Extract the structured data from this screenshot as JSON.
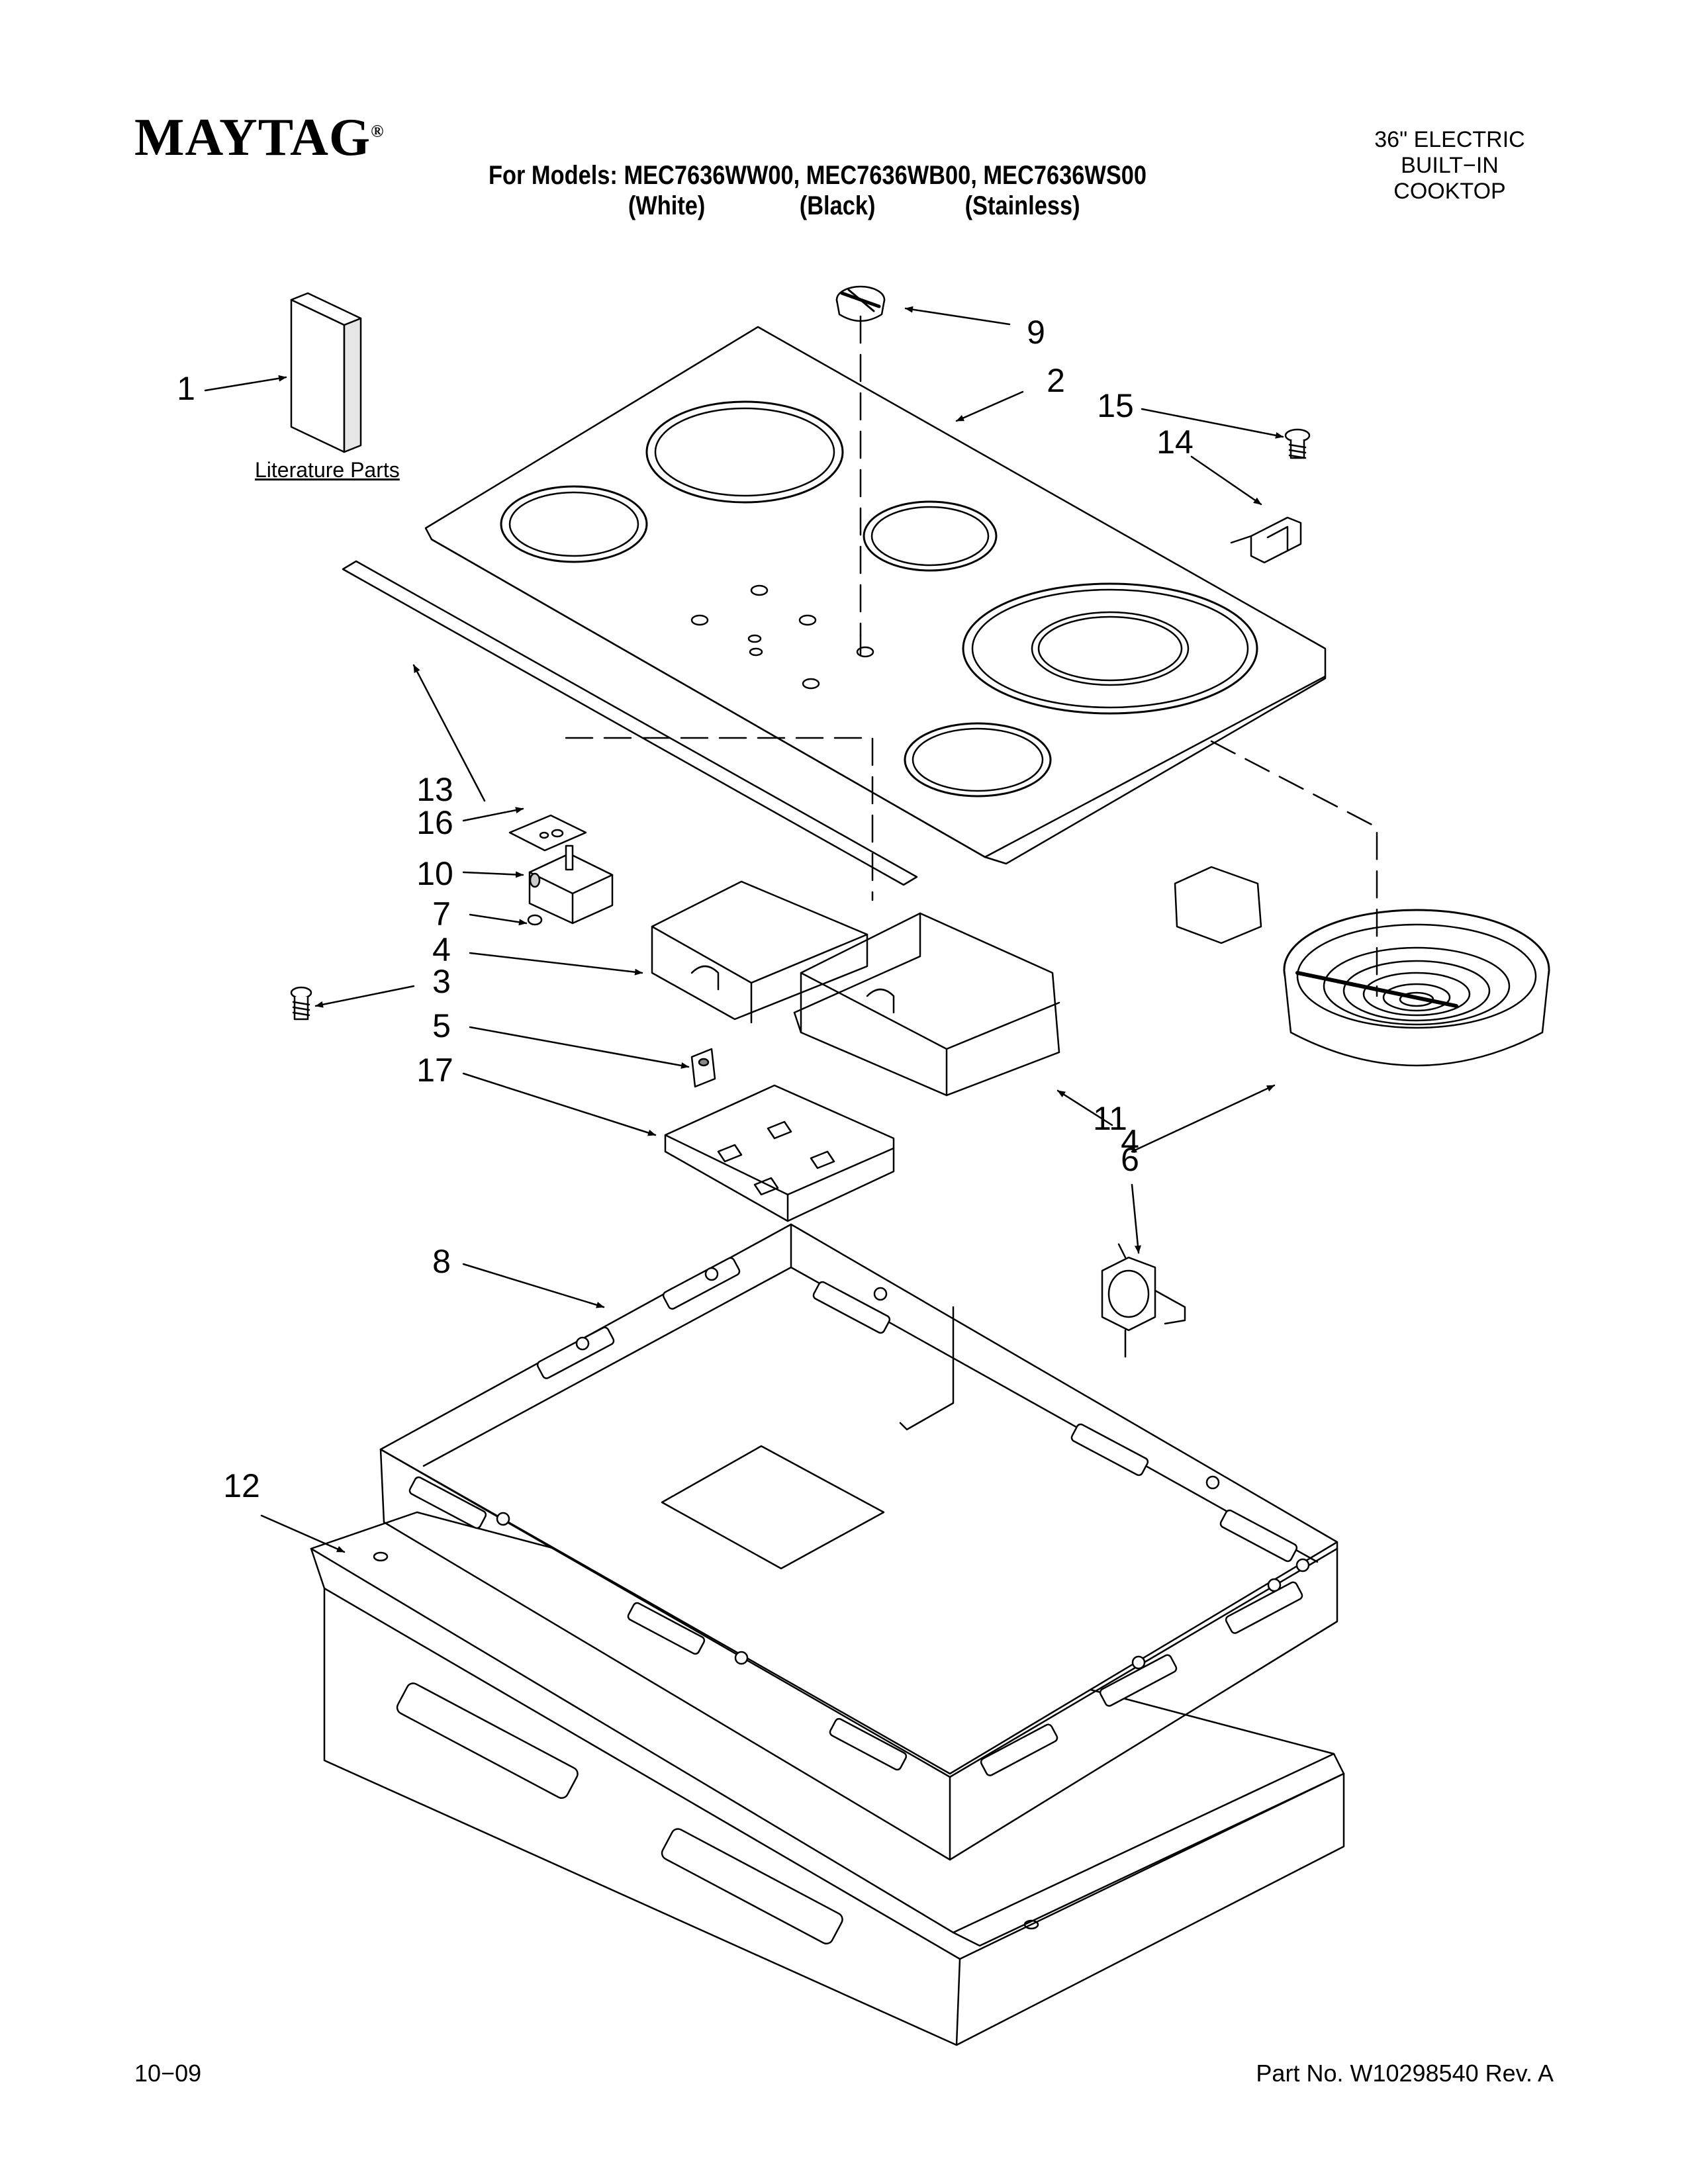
{
  "brand": {
    "logo_text": "MAYTAG",
    "registered_mark": "®"
  },
  "header": {
    "models_line": "For Models: MEC7636WW00, MEC7636WB00, MEC7636WS00",
    "variants": [
      "(White)",
      "(Black)",
      "(Stainless)"
    ],
    "product_lines": [
      "36\" ELECTRIC",
      "BUILT−IN",
      "COOKTOP"
    ]
  },
  "literature_label": "Literature Parts",
  "callouts": [
    "1",
    "2",
    "3",
    "4",
    "4",
    "5",
    "6",
    "7",
    "8",
    "9",
    "10",
    "11",
    "12",
    "13",
    "14",
    "15",
    "16",
    "17"
  ],
  "footer": {
    "date": "10−09",
    "part_number": "Part No. W10298540 Rev. A"
  }
}
